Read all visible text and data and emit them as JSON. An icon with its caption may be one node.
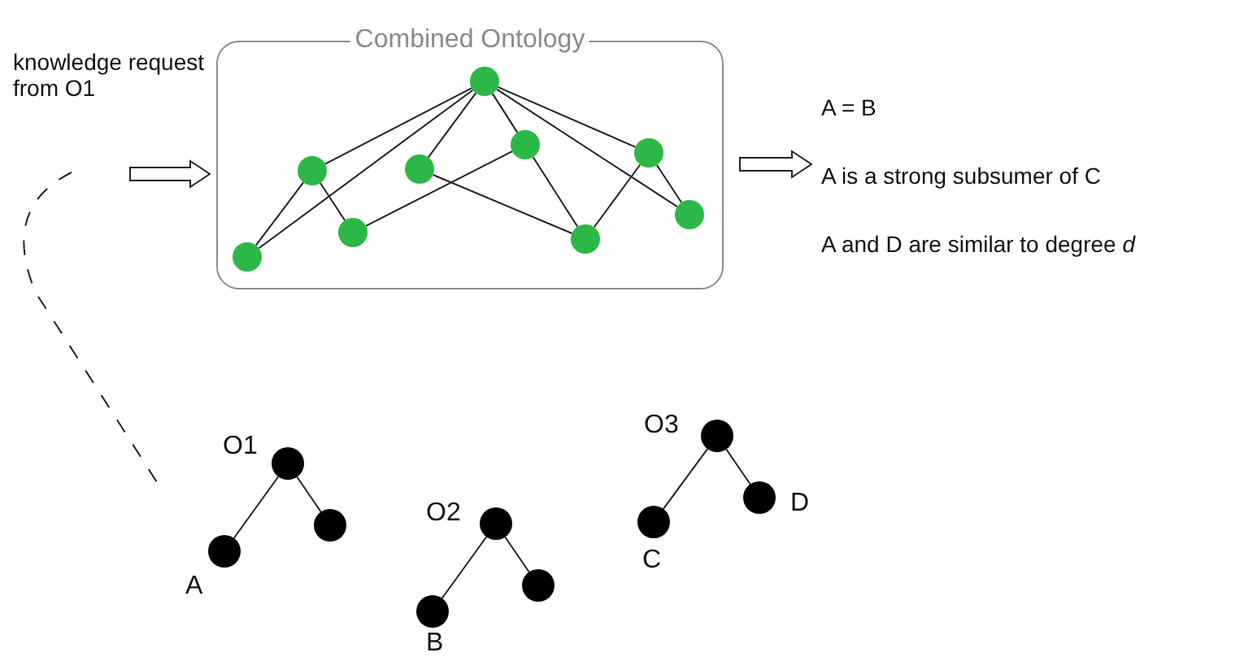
{
  "diagram": {
    "nodes": [
      {
        "text": [
          "Combined Ontology"
        ]
      },
      {
        "text": [],
        "shape": "circle",
        "in": 0
      },
      {
        "text": [],
        "shape": "circle",
        "in": 0
      },
      {
        "text": [],
        "shape": "circle",
        "in": 0
      },
      {
        "text": [],
        "shape": "circle",
        "in": 0
      },
      {
        "text": [],
        "shape": "circle",
        "in": 0
      },
      {
        "text": [],
        "shape": "circle",
        "in": 0
      },
      {
        "text": [],
        "shape": "circle",
        "in": 0
      },
      {
        "text": [],
        "shape": "circle",
        "in": 0
      },
      {
        "text": [],
        "shape": "circle",
        "in": 0
      },
      {
        "text": [
          "knowledge request from O1"
        ]
      },
      {
        "text": [
          "A = B",
          "A is a strong subsumer of C",
          "A and D are similar to degree *d*"
        ]
      },
      {
        "text": [],
        "shape": "circle",
        "beside": [
          "O1"
        ]
      },
      {
        "text": [],
        "shape": "circle",
        "beside": [
          "A"
        ]
      },
      {
        "text": [],
        "shape": "circle"
      },
      {
        "text": [],
        "shape": "circle",
        "beside": [
          "O2"
        ]
      },
      {
        "text": [],
        "shape": "circle",
        "beside": [
          "B"
        ]
      },
      {
        "text": [],
        "shape": "circle"
      },
      {
        "text": [],
        "shape": "circle",
        "beside": [
          "O3"
        ]
      },
      {
        "text": [],
        "shape": "circle",
        "beside": [
          "C"
        ]
      },
      {
        "text": [],
        "shape": "circle",
        "beside": [
          "D"
        ]
      }
    ],
    "edges": [
      {
        "from": 1,
        "to": 2,
        "arrow": "none"
      },
      {
        "from": 1,
        "to": 5,
        "arrow": "none"
      },
      {
        "from": 2,
        "to": 5,
        "arrow": "none"
      },
      {
        "from": 2,
        "to": 3,
        "arrow": "none"
      },
      {
        "from": 3,
        "to": 6,
        "arrow": "none"
      },
      {
        "from": 4,
        "to": 5,
        "arrow": "none"
      },
      {
        "from": 4,
        "to": 7,
        "arrow": "none"
      },
      {
        "from": 5,
        "to": 6,
        "arrow": "none"
      },
      {
        "from": 6,
        "to": 7,
        "arrow": "none"
      },
      {
        "from": 5,
        "to": 9,
        "arrow": "none"
      },
      {
        "from": 5,
        "to": 8,
        "arrow": "none"
      },
      {
        "from": 8,
        "to": 7,
        "arrow": "none"
      },
      {
        "from": 8,
        "to": 9,
        "arrow": "none"
      },
      {
        "from": 10,
        "to": 0,
        "arrow": "to"
      },
      {
        "from": 0,
        "to": 11,
        "arrow": "to"
      },
      {
        "from": 10,
        "to": null,
        "arrow": "none",
        "style": "dashed"
      },
      {
        "from": 12,
        "to": 13,
        "arrow": "none"
      },
      {
        "from": 12,
        "to": 14,
        "arrow": "none"
      },
      {
        "from": 15,
        "to": 16,
        "arrow": "none"
      },
      {
        "from": 15,
        "to": 17,
        "arrow": "none"
      },
      {
        "from": 18,
        "to": 19,
        "arrow": "none"
      },
      {
        "from": 18,
        "to": 20,
        "arrow": "none"
      }
    ]
  }
}
